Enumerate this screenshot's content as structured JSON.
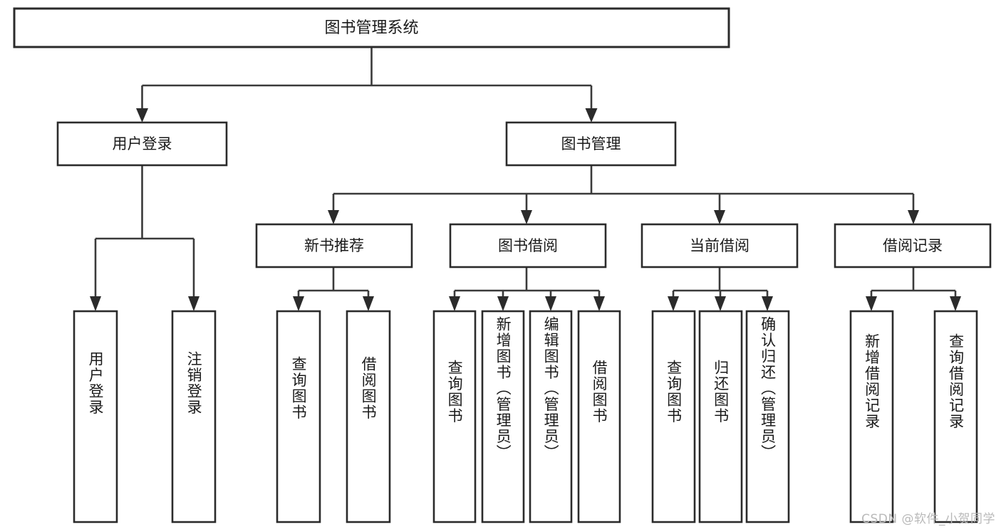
{
  "diagram": {
    "type": "tree-hierarchy",
    "title": "图书管理系统",
    "orientation": "top-down",
    "colors": {
      "box_stroke": "#2b2b2b",
      "box_fill": "#ffffff",
      "connector": "#3a3a3a",
      "text": "#1a1a1a",
      "background": "#ffffff",
      "watermark": "#b9b9b9"
    },
    "root": {
      "label": "图书管理系统"
    },
    "level2": [
      {
        "label": "用户登录"
      },
      {
        "label": "图书管理"
      }
    ],
    "level3": [
      {
        "label": "新书推荐"
      },
      {
        "label": "图书借阅"
      },
      {
        "label": "当前借阅"
      },
      {
        "label": "借阅记录"
      }
    ],
    "leaves": {
      "user_login": [
        {
          "label": "用户登录"
        },
        {
          "label": "注销登录"
        }
      ],
      "new_book": [
        {
          "label": "查询图书"
        },
        {
          "label": "借阅图书"
        }
      ],
      "book_borrow": [
        {
          "label": "查询图书"
        },
        {
          "label": "新增图书（管理员）"
        },
        {
          "label": "编辑图书（管理员）"
        },
        {
          "label": "借阅图书"
        }
      ],
      "current_borrow": [
        {
          "label": "查询图书"
        },
        {
          "label": "归还图书"
        },
        {
          "label": "确认归还（管理员）"
        }
      ],
      "borrow_record": [
        {
          "label": "新增借阅记录"
        },
        {
          "label": "查询借阅记录"
        }
      ]
    }
  },
  "watermark": {
    "text": "CSDN @软件_小贺同学"
  }
}
